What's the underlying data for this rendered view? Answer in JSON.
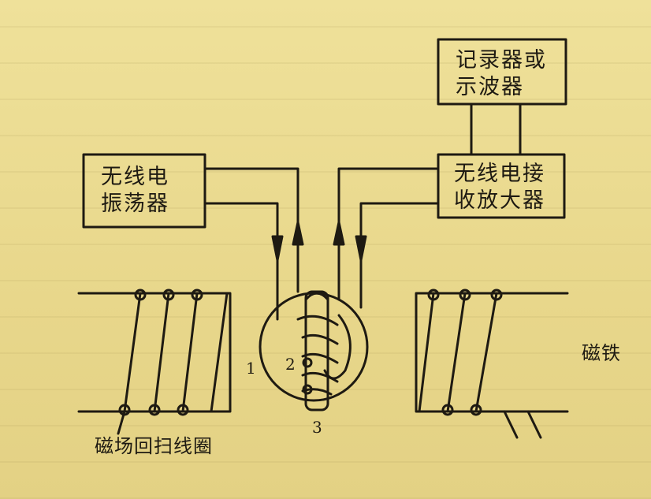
{
  "labels": {
    "oscillator": [
      "无线电",
      "振荡器"
    ],
    "receiver": [
      "无线电接",
      "收放大器"
    ],
    "recorder": [
      "记录器或",
      "示波器"
    ],
    "magnet": "磁铁",
    "sweep_coil": "磁场回扫线圈",
    "num1": "1",
    "num2": "2",
    "num3": "3"
  },
  "colors": {
    "paper": "#e9d98e",
    "ink": "#1e1a12"
  }
}
